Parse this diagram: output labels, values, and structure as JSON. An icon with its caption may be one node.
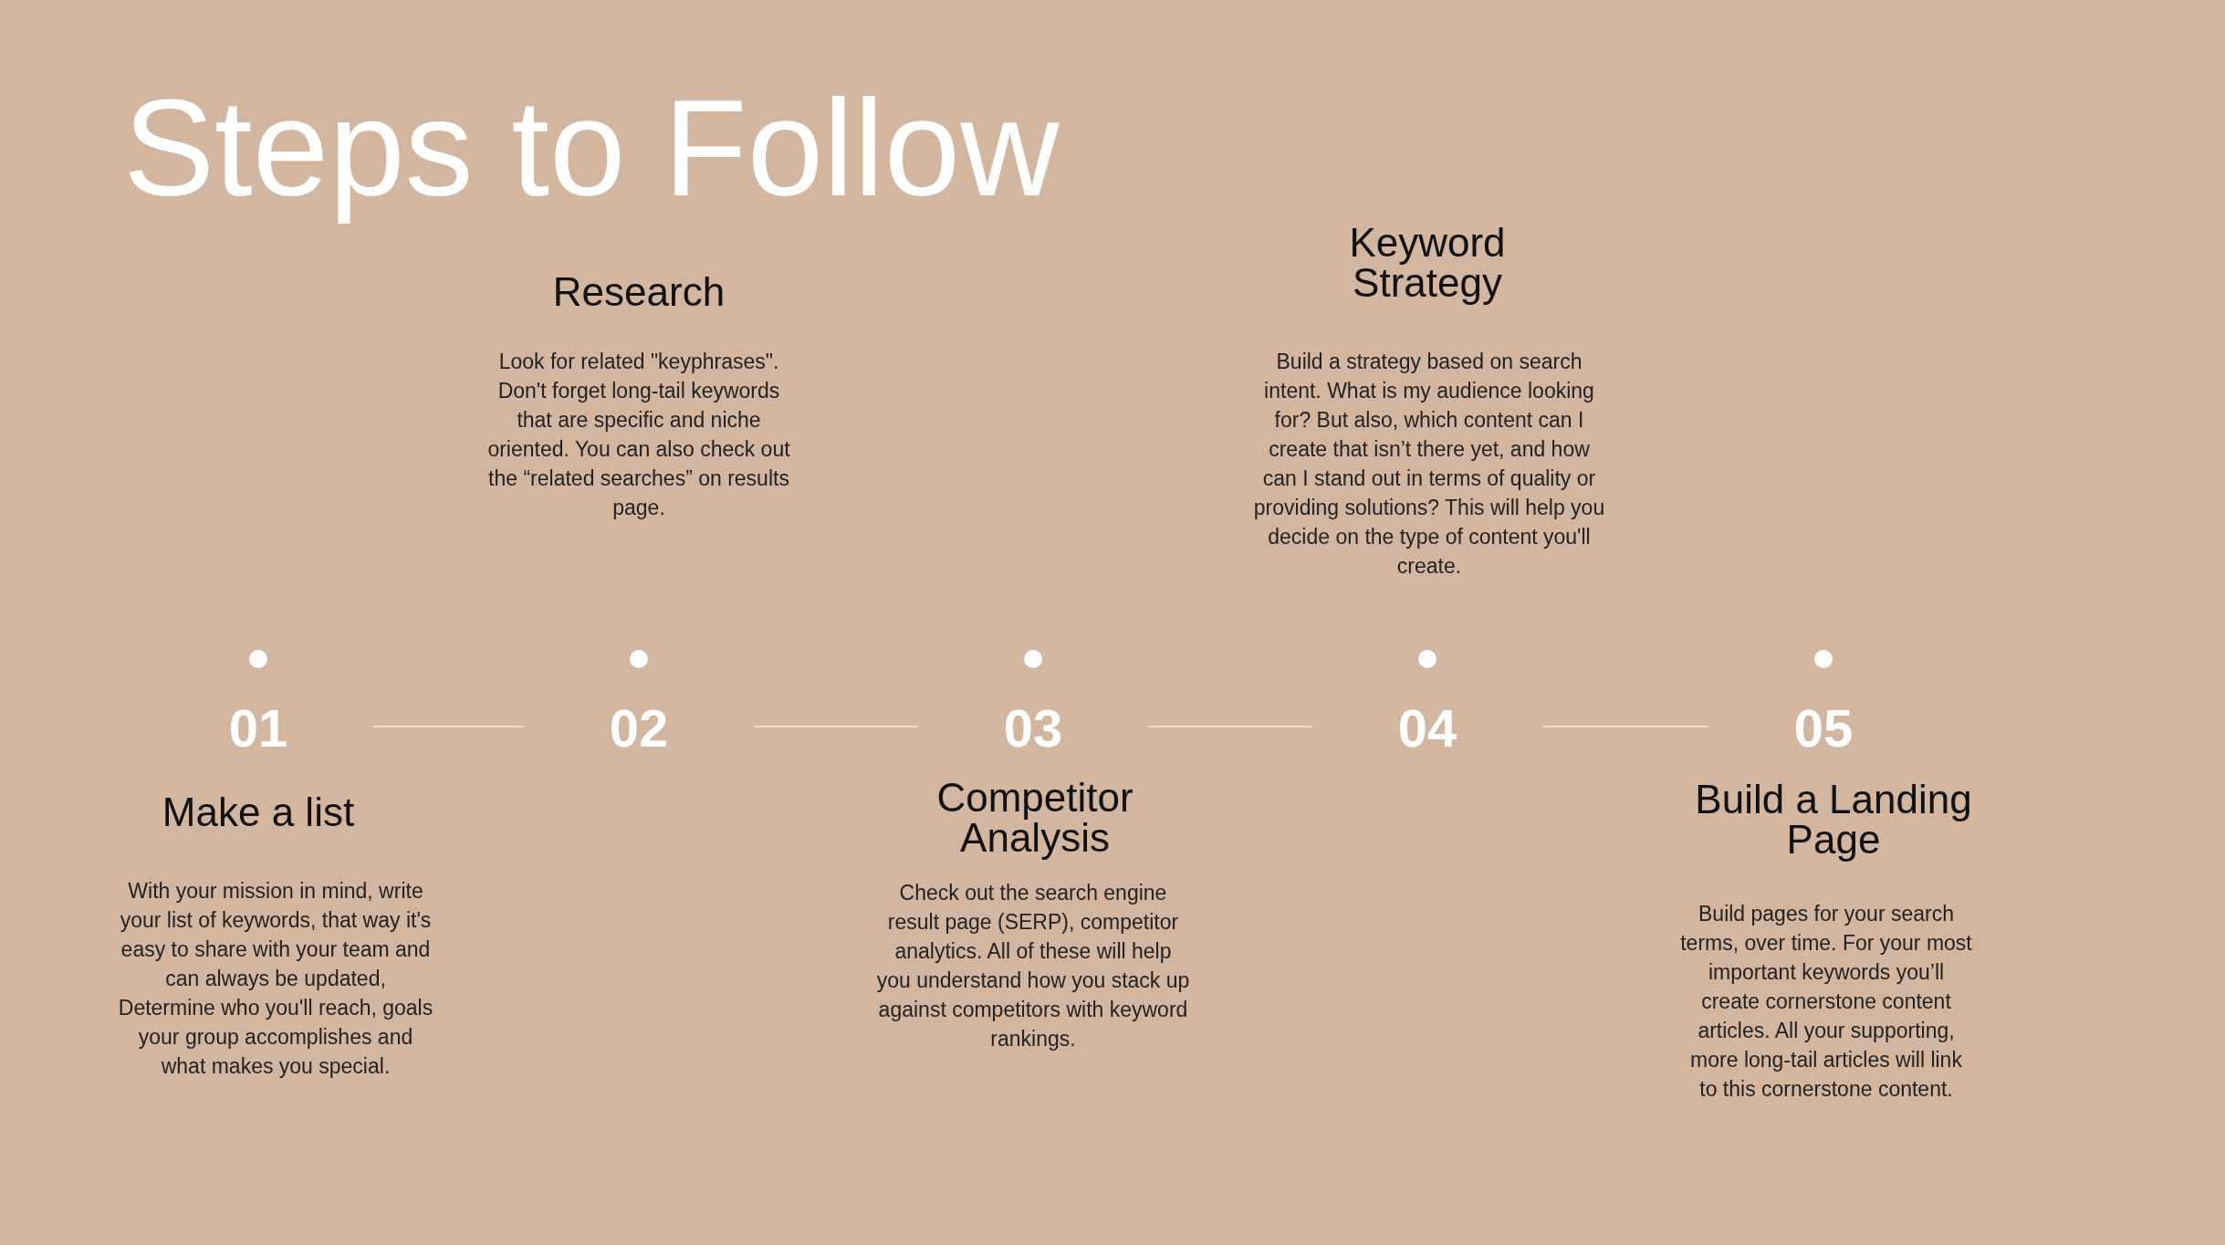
{
  "diagram": {
    "title": "Steps to Follow",
    "nodes": [
      {
        "text": [
          "01"
        ],
        "beside": [
          "Make a list",
          "With your mission in mind, write your list of keywords, that way it's easy to share with your team and can always be updated, Determine who you'll reach, goals your group accomplishes and what makes you special."
        ]
      },
      {
        "text": [
          "02"
        ],
        "beside": [
          "Research",
          "Look for related \"keyphrases\". Don't forget long-tail keywords that are specific and niche oriented. You can also check out the “related searches” on results page."
        ]
      },
      {
        "text": [
          "03"
        ],
        "beside": [
          "Competitor Analysis",
          "Check out the search engine result page (SERP), competitor analytics. All of these will help you understand how you stack up against competitors with keyword rankings."
        ]
      },
      {
        "text": [
          "04"
        ],
        "beside": [
          "Keyword Strategy",
          "Build a strategy based on search intent. What is my audience looking for? But also, which content can I create that isn’t there yet, and how can I stand out in terms of quality or providing solutions? This will help you decide on the type of content you'll create."
        ]
      },
      {
        "text": [
          "05"
        ],
        "beside": [
          "Build a Landing Page",
          "Build pages for your search terms, over time. For your most important keywords you’ll create cornerstone content articles. All your supporting, more long-tail articles will link to this cornerstone content."
        ]
      }
    ],
    "edges": [
      {
        "from": 0,
        "to": 1,
        "arrow": "none"
      },
      {
        "from": 1,
        "to": 2,
        "arrow": "none"
      },
      {
        "from": 2,
        "to": 3,
        "arrow": "none"
      },
      {
        "from": 3,
        "to": 4,
        "arrow": "none"
      }
    ]
  }
}
